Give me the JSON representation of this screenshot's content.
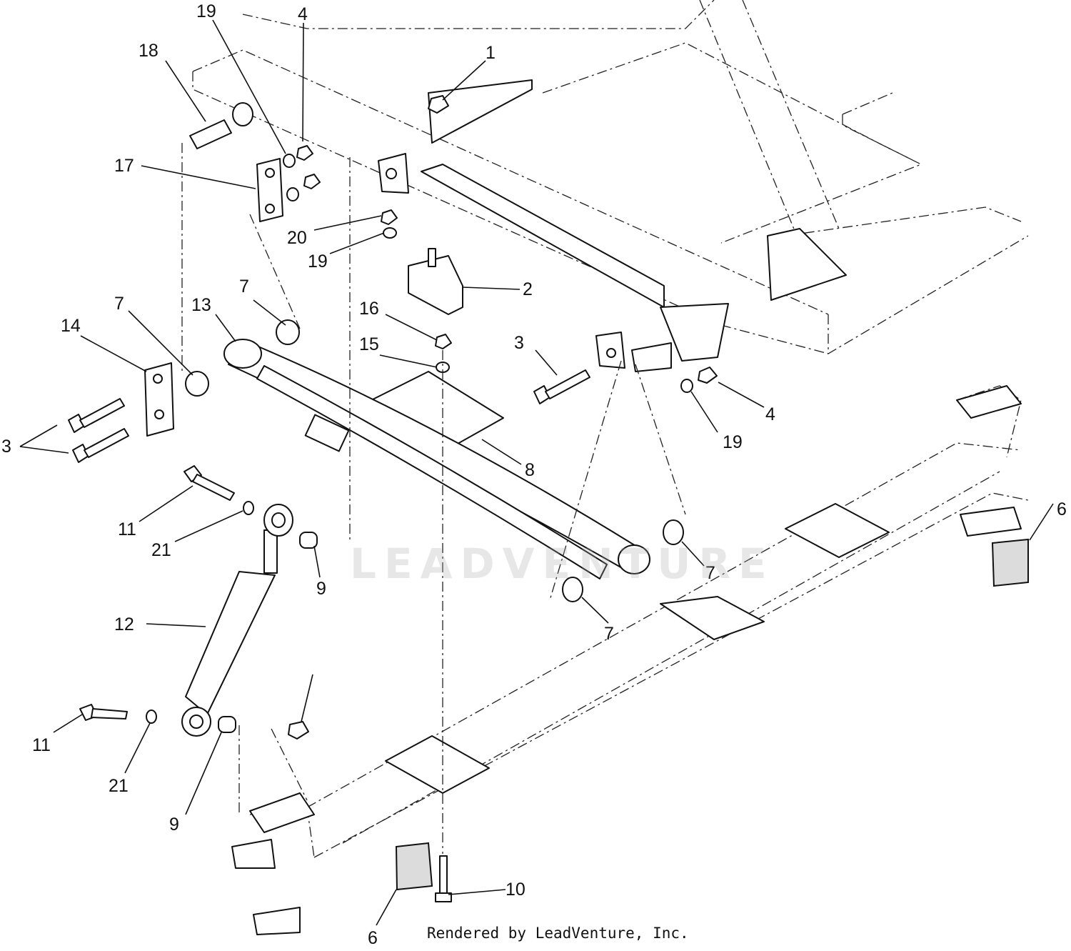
{
  "watermark": "LEADVENTURE",
  "credit": "Rendered by LeadVenture, Inc.",
  "callouts": [
    "1",
    "2",
    "3",
    "4",
    "6",
    "7",
    "8",
    "9",
    "10",
    "11",
    "12",
    "13",
    "14",
    "15",
    "16",
    "17",
    "18",
    "19",
    "20",
    "21"
  ],
  "colors": {
    "line": "#111111",
    "background": "#ffffff",
    "shade": "#dcdcdc"
  }
}
